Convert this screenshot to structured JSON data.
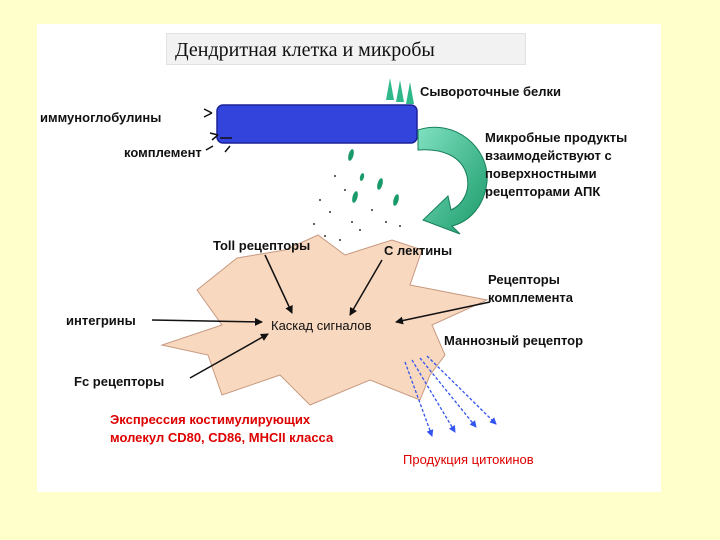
{
  "title": "Дендритная клетка  и микробы",
  "labels": {
    "serum_proteins": "Сывороточные белки",
    "immunoglobulins": "иммуноглобулины",
    "complement": "комплемент",
    "microbial_products": [
      "Микробные продукты",
      "взаимодействуют с",
      "поверхностными",
      "рецепторами АПК"
    ],
    "toll_receptors": "Toll рецепторы",
    "c_lectins": "С лектины",
    "complement_receptors": [
      "Рецепторы",
      "комплемента"
    ],
    "integrins": "интегрины",
    "signal_cascade": "Каскад сигналов",
    "mannose_receptor": "Маннозный рецептор",
    "fc_receptors": "Fc рецепторы",
    "costim_expression": [
      "Экспрессия  костимулирующих",
      "молекул CD80, CD86, MHCII класса"
    ],
    "cytokine_production": "Продукция цитокинов"
  },
  "colors": {
    "background": "#ffffcc",
    "microbe": "#3344dd",
    "cell": "#f9d8c0",
    "curved_arrow": "#2fb88a",
    "particles": "#1a9a6a",
    "accent_red": "#dd0000",
    "cytokine_arrows": "#3355ee"
  }
}
